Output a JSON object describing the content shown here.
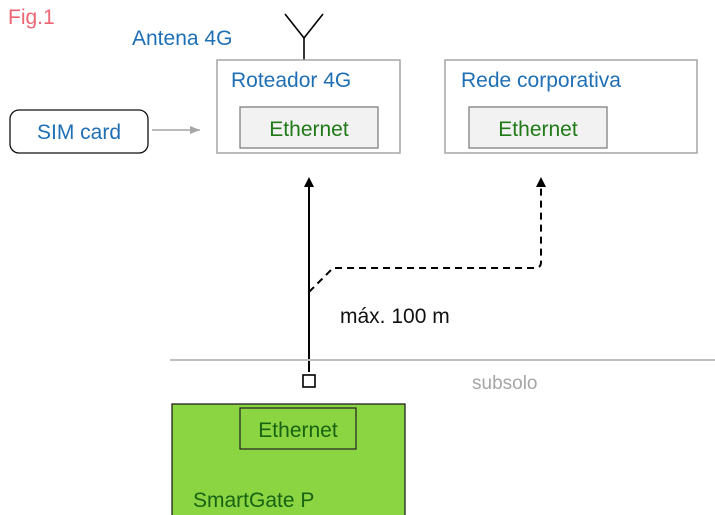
{
  "figure": {
    "label": "Fig.1"
  },
  "antenna": {
    "label": "Antena 4G"
  },
  "router": {
    "title": "Roteador 4G",
    "port_label": "Ethernet"
  },
  "corporate_network": {
    "title": "Rede corporativa",
    "port_label": "Ethernet"
  },
  "sim": {
    "label": "SIM card"
  },
  "cable": {
    "max_distance_label": "máx. 100 m"
  },
  "basement": {
    "label": "subsolo"
  },
  "device": {
    "name": "SmartGate P",
    "port_label": "Ethernet"
  },
  "colors": {
    "title_text": "#1f6fb4",
    "figure_label": "#ee6673",
    "device_fill": "#8bd442",
    "port_fill": "#f2f2f2",
    "box_stroke": "#a6a6a6"
  }
}
